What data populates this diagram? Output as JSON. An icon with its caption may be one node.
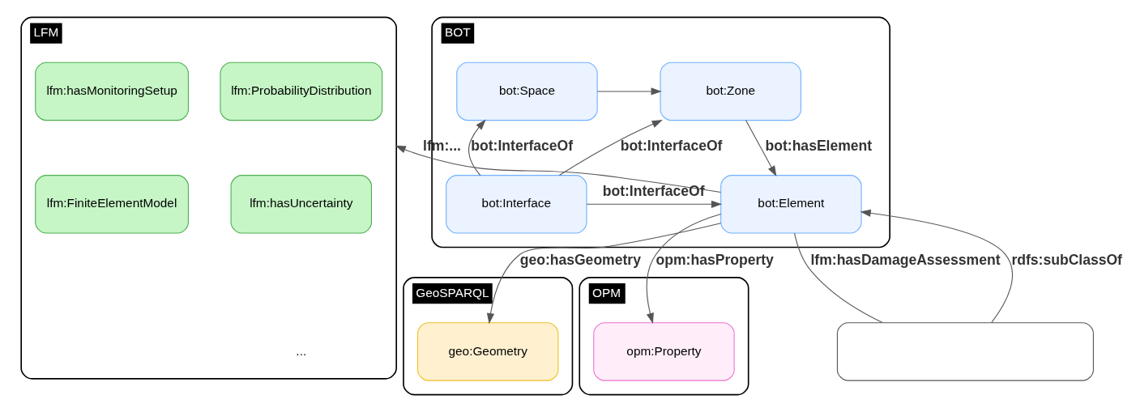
{
  "diagram": {
    "nodes": [
      {
        "text": [
          "LFM"
        ]
      },
      {
        "text": [
          "lfm:ProbabilityDistribution"
        ],
        "in": 0
      },
      {
        "text": [
          "lfm:hasMonitoringSetup"
        ],
        "in": 0
      },
      {
        "text": [
          "lfm:hasUncertainty"
        ],
        "in": 0
      },
      {
        "text": [
          "lfm:FiniteElementModel"
        ],
        "in": 0
      },
      {
        "text": [
          "BOT"
        ]
      },
      {
        "text": [
          "bot:Zone"
        ],
        "in": 5
      },
      {
        "text": [
          "bot:Space"
        ],
        "in": 5
      },
      {
        "text": [
          "bot:Element"
        ],
        "in": 5
      },
      {
        "text": [
          "bot:Interface"
        ],
        "in": 5
      },
      {
        "text": [
          "GeoSPARQL"
        ]
      },
      {
        "text": [
          "geo:Geometry"
        ],
        "in": 10
      },
      {
        "text": [
          "OPM"
        ]
      },
      {
        "text": [
          "opm:Property"
        ],
        "in": 12
      },
      {
        "text": [],
        "shape": "box"
      }
    ],
    "edges": [
      {
        "from": 7,
        "to": 6,
        "arrow": "to"
      },
      {
        "from": 6,
        "to": 8,
        "arrow": "to",
        "label": "bot:hasElement"
      },
      {
        "from": 9,
        "to": 6,
        "arrow": "to",
        "label": "bot:InterfaceOf"
      },
      {
        "from": 9,
        "to": 7,
        "arrow": "to",
        "label": "bot:InterfaceOf"
      },
      {
        "from": 9,
        "to": 8,
        "arrow": "to",
        "label": "bot:InterfaceOf"
      },
      {
        "from": 8,
        "to": 0,
        "arrow": "to",
        "label": "lfm:..."
      },
      {
        "from": 8,
        "to": 11,
        "arrow": "to",
        "label": "geo:hasGeometry"
      },
      {
        "from": 8,
        "to": 13,
        "arrow": "to",
        "label": "opm:hasProperty"
      },
      {
        "from": 8,
        "to": 14,
        "arrow": "none",
        "label": "lfm:hasDamageAssessment"
      },
      {
        "from": 14,
        "to": 8,
        "arrow": "to",
        "label": "rdfs:subClassOf"
      }
    ],
    "labels": [
      "..."
    ]
  }
}
